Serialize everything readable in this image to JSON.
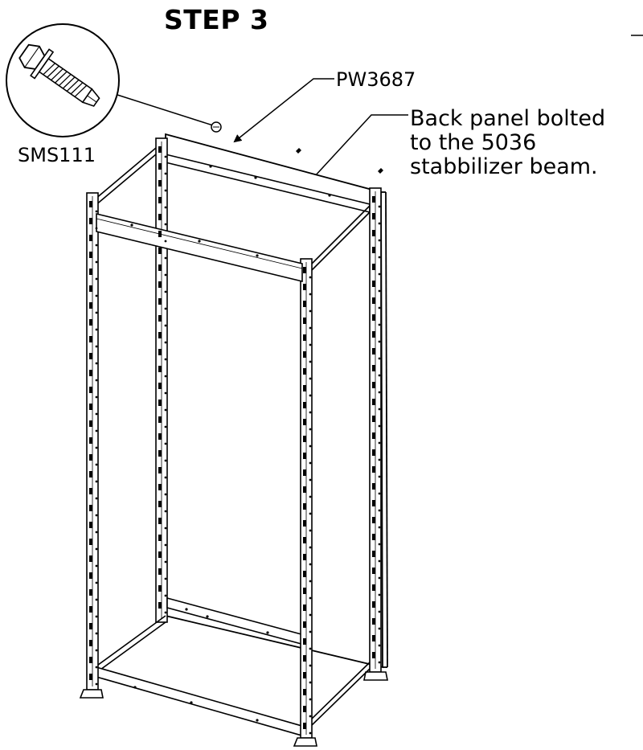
{
  "step_title": "STEP 3",
  "parts": {
    "screw": "SMS111",
    "panel": "PW3687"
  },
  "callout": {
    "line1": "Back panel bolted",
    "line2": "to the 5036",
    "line3": "stabbilizer beam."
  },
  "colors": {
    "ink": "#000000",
    "background": "#ffffff"
  }
}
